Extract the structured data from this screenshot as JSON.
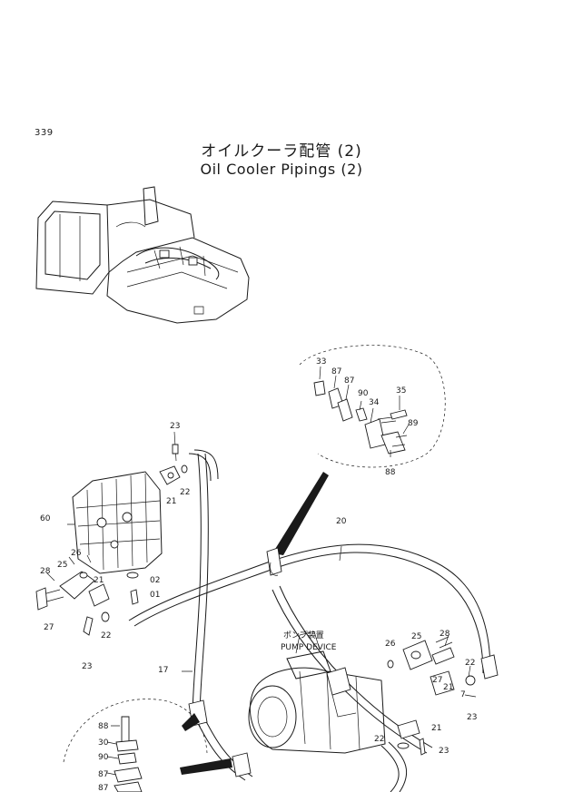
{
  "header": {
    "page_number": "339",
    "title_japanese": "オイルクーラ配管 (2)",
    "title_english": "Oil Cooler Pipings (2)"
  },
  "labels": {
    "pump_device_jp": "ポンプ装置",
    "pump_device_en": "PUMP DEVICE"
  },
  "callouts": [
    "33",
    "87",
    "87",
    "90",
    "34",
    "35",
    "89",
    "88",
    "23",
    "21",
    "22",
    "60",
    "26",
    "25",
    "28",
    "21",
    "02",
    "01",
    "27",
    "22",
    "23",
    "20",
    "17",
    "26",
    "25",
    "28",
    "22",
    "27",
    "21",
    "7",
    "23",
    "21",
    "22",
    "23",
    "88",
    "30",
    "90",
    "87",
    "87"
  ]
}
